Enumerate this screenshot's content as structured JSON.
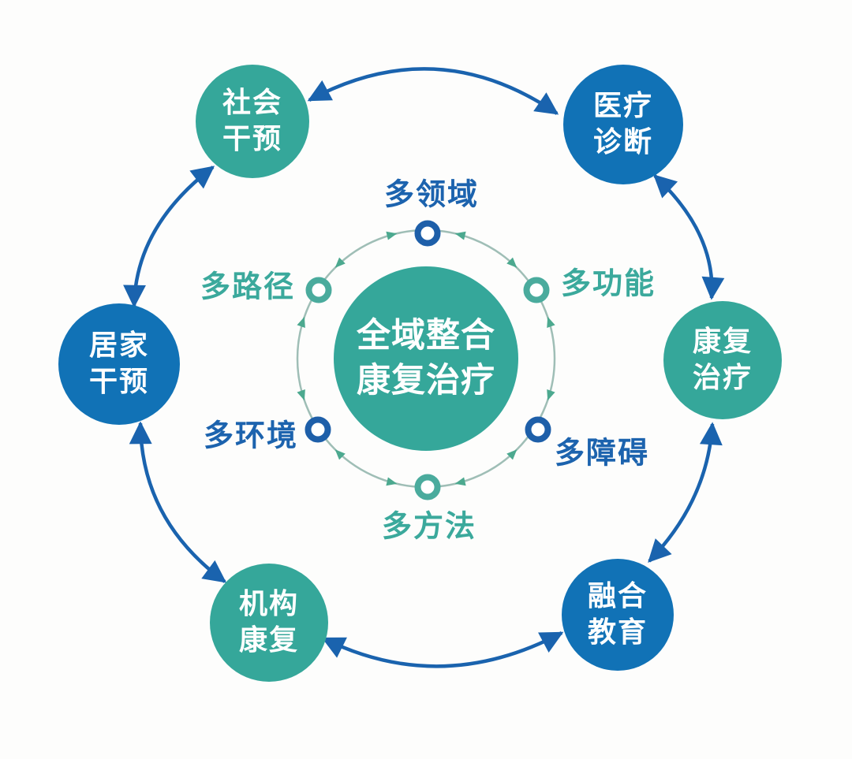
{
  "diagram": {
    "center": {
      "label": "全域整合\n康复治疗",
      "color": "#35A79A"
    },
    "inner_nodes": [
      {
        "label": "多领域",
        "position": "top",
        "label_color": "#1C63AE",
        "node_color": "#1E5FA9"
      },
      {
        "label": "多功能",
        "position": "upper-right",
        "label_color": "#3BA99C",
        "node_color": "#4AAB9D"
      },
      {
        "label": "多障碍",
        "position": "lower-right",
        "label_color": "#1C63AE",
        "node_color": "#1E5FA9"
      },
      {
        "label": "多方法",
        "position": "bottom",
        "label_color": "#3BA99C",
        "node_color": "#4AAB9D"
      },
      {
        "label": "多环境",
        "position": "lower-left",
        "label_color": "#1C63AE",
        "node_color": "#1E5FA9"
      },
      {
        "label": "多路径",
        "position": "upper-left",
        "label_color": "#3BA99C",
        "node_color": "#4AAB9D"
      }
    ],
    "outer_nodes": [
      {
        "label": "社会\n干预",
        "position": "top-left",
        "color": "#35A79A"
      },
      {
        "label": "医疗\n诊断",
        "position": "top-right",
        "color": "#1172B6"
      },
      {
        "label": "康复\n治疗",
        "position": "right",
        "color": "#35A79A"
      },
      {
        "label": "融合\n教育",
        "position": "bottom-right",
        "color": "#1172B6"
      },
      {
        "label": "机构\n康复",
        "position": "bottom-left",
        "color": "#35A79A"
      },
      {
        "label": "居家\n干预",
        "position": "left",
        "color": "#1172B6"
      }
    ],
    "colors": {
      "outer_arrow": "#1A63AE",
      "inner_arrow": "#4CA98F",
      "inner_ring": "#9FBEB6",
      "node_fill": "#FFFFFF",
      "text_on_bubble": "#FFFFFF"
    }
  }
}
